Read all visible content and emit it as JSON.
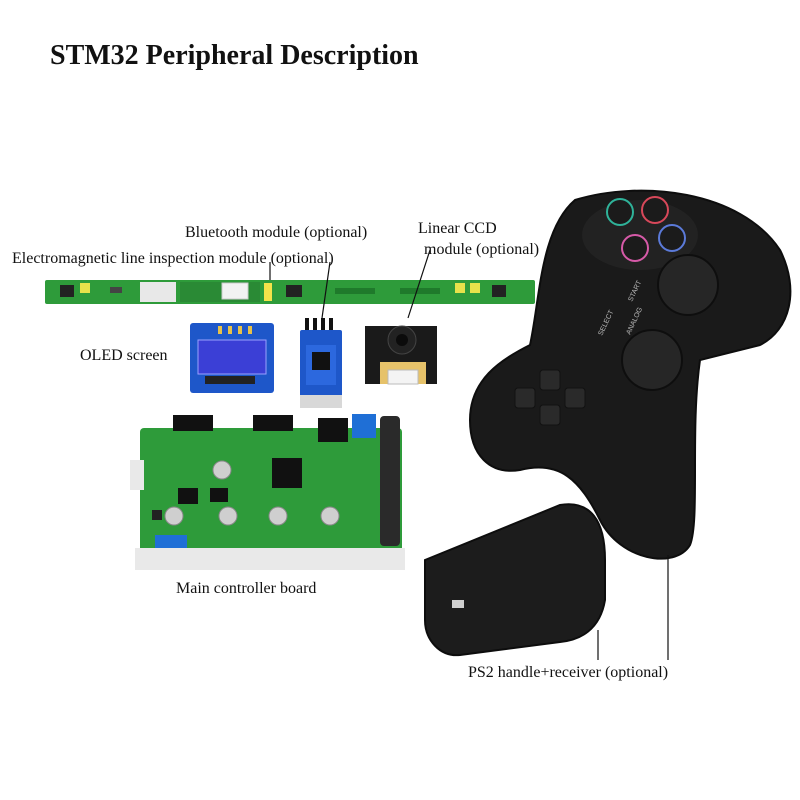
{
  "title": "STM32 Peripheral Description",
  "labels": {
    "bluetooth": "Bluetooth module (optional)",
    "em_line": "Electromagnetic line inspection module (optional)",
    "ccd_line1": "Linear CCD",
    "ccd_line2": "module (optional)",
    "oled": "OLED screen",
    "main_board": "Main controller board",
    "ps2": "PS2 handle+receiver (optional)"
  },
  "gamepad_button_text": {
    "select": "SELECT",
    "start": "START",
    "analog": "ANALOG"
  },
  "colors": {
    "pcb_green": "#2e9b3a",
    "pcb_dark": "#1f7a2b",
    "oled_blue": "#3b3fd6",
    "bt_blue": "#1e57c9",
    "controller_black": "#1a1a1a",
    "triangle": "#2fb39a",
    "circle": "#d8485a",
    "square": "#d65aa8",
    "cross": "#5b7ad9",
    "connector_blue": "#1f6fd6"
  }
}
